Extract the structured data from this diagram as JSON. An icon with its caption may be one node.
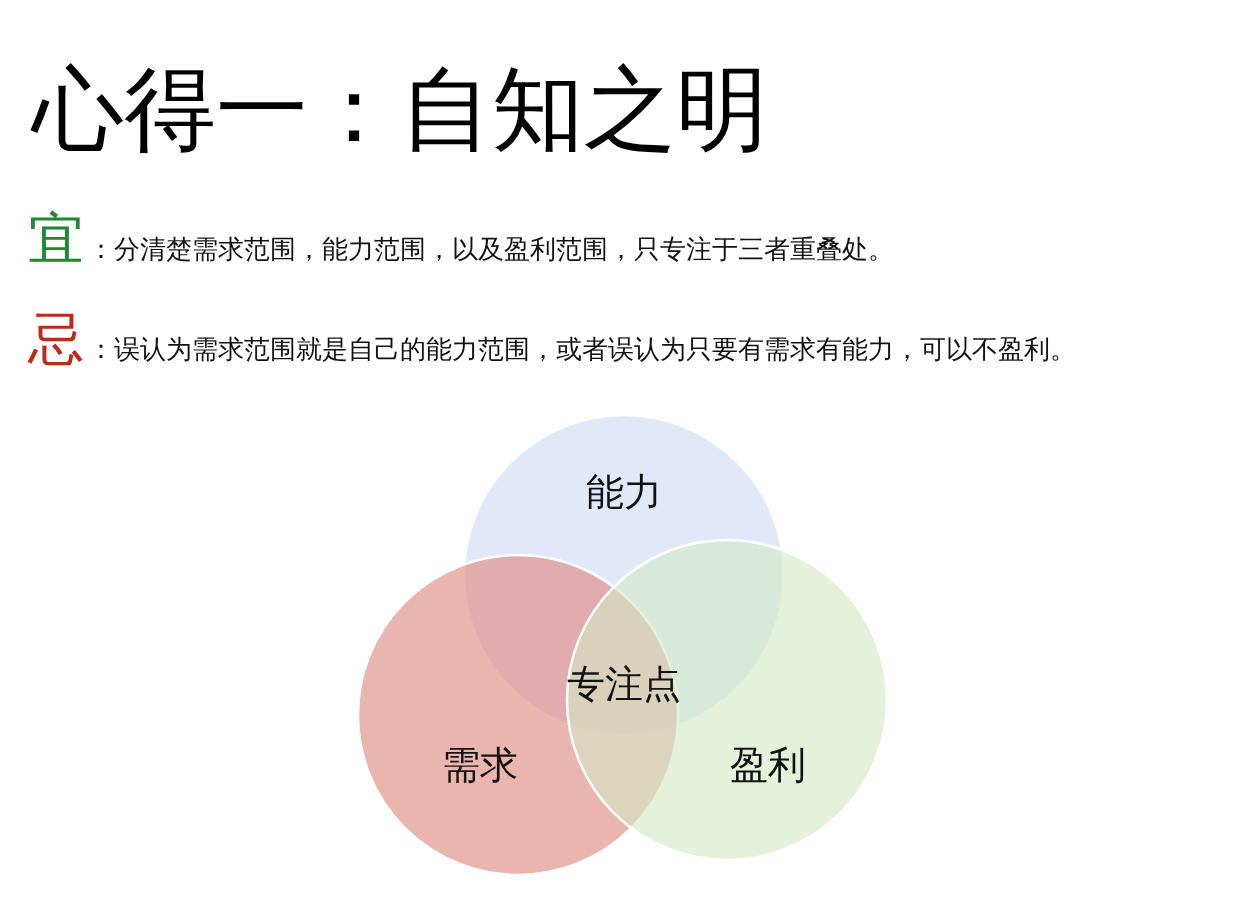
{
  "diagram": {
    "title": "心得一：自知之明",
    "nodes": [
      {
        "text": [
          "能力"
        ]
      },
      {
        "text": [
          "需求"
        ]
      },
      {
        "text": [
          "盈利"
        ]
      }
    ],
    "labels": [
      "宜",
      "：分清楚需求范围，能力范围，以及盈利范围，只专注于三者重叠处。",
      "忌",
      "：误认为需求范围就是自己的能力范围，或者误认为只要有需求有能力，可以不盈利。",
      "专注点"
    ]
  }
}
